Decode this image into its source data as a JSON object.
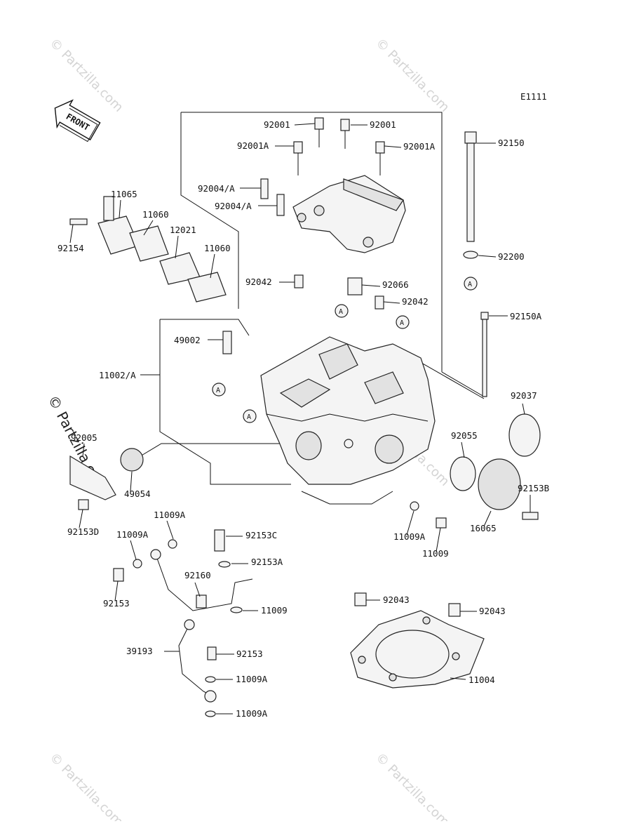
{
  "diagram_code": "E1111",
  "front_label": "FRONT",
  "watermark": "© Partzilla.com",
  "callouts": {
    "11002": {
      "ref_a": "A"
    },
    "labels": [
      "92001",
      "92001",
      "92001A",
      "92001A",
      "92150",
      "92004/A",
      "92004/A",
      "11065",
      "11060",
      "12021",
      "11060",
      "92154",
      "92200",
      "92042",
      "92066",
      "92042",
      "92150A",
      "49002",
      "11002/A",
      "92037",
      "92005",
      "92055",
      "49054",
      "92153B",
      "11009A",
      "16065",
      "92153D",
      "11009A",
      "92153C",
      "11009A",
      "92153A",
      "11009",
      "92160",
      "92153",
      "11009",
      "92043",
      "92043",
      "39193",
      "92153",
      "11004",
      "11009A",
      "11009A"
    ]
  },
  "ref_marker": "A"
}
